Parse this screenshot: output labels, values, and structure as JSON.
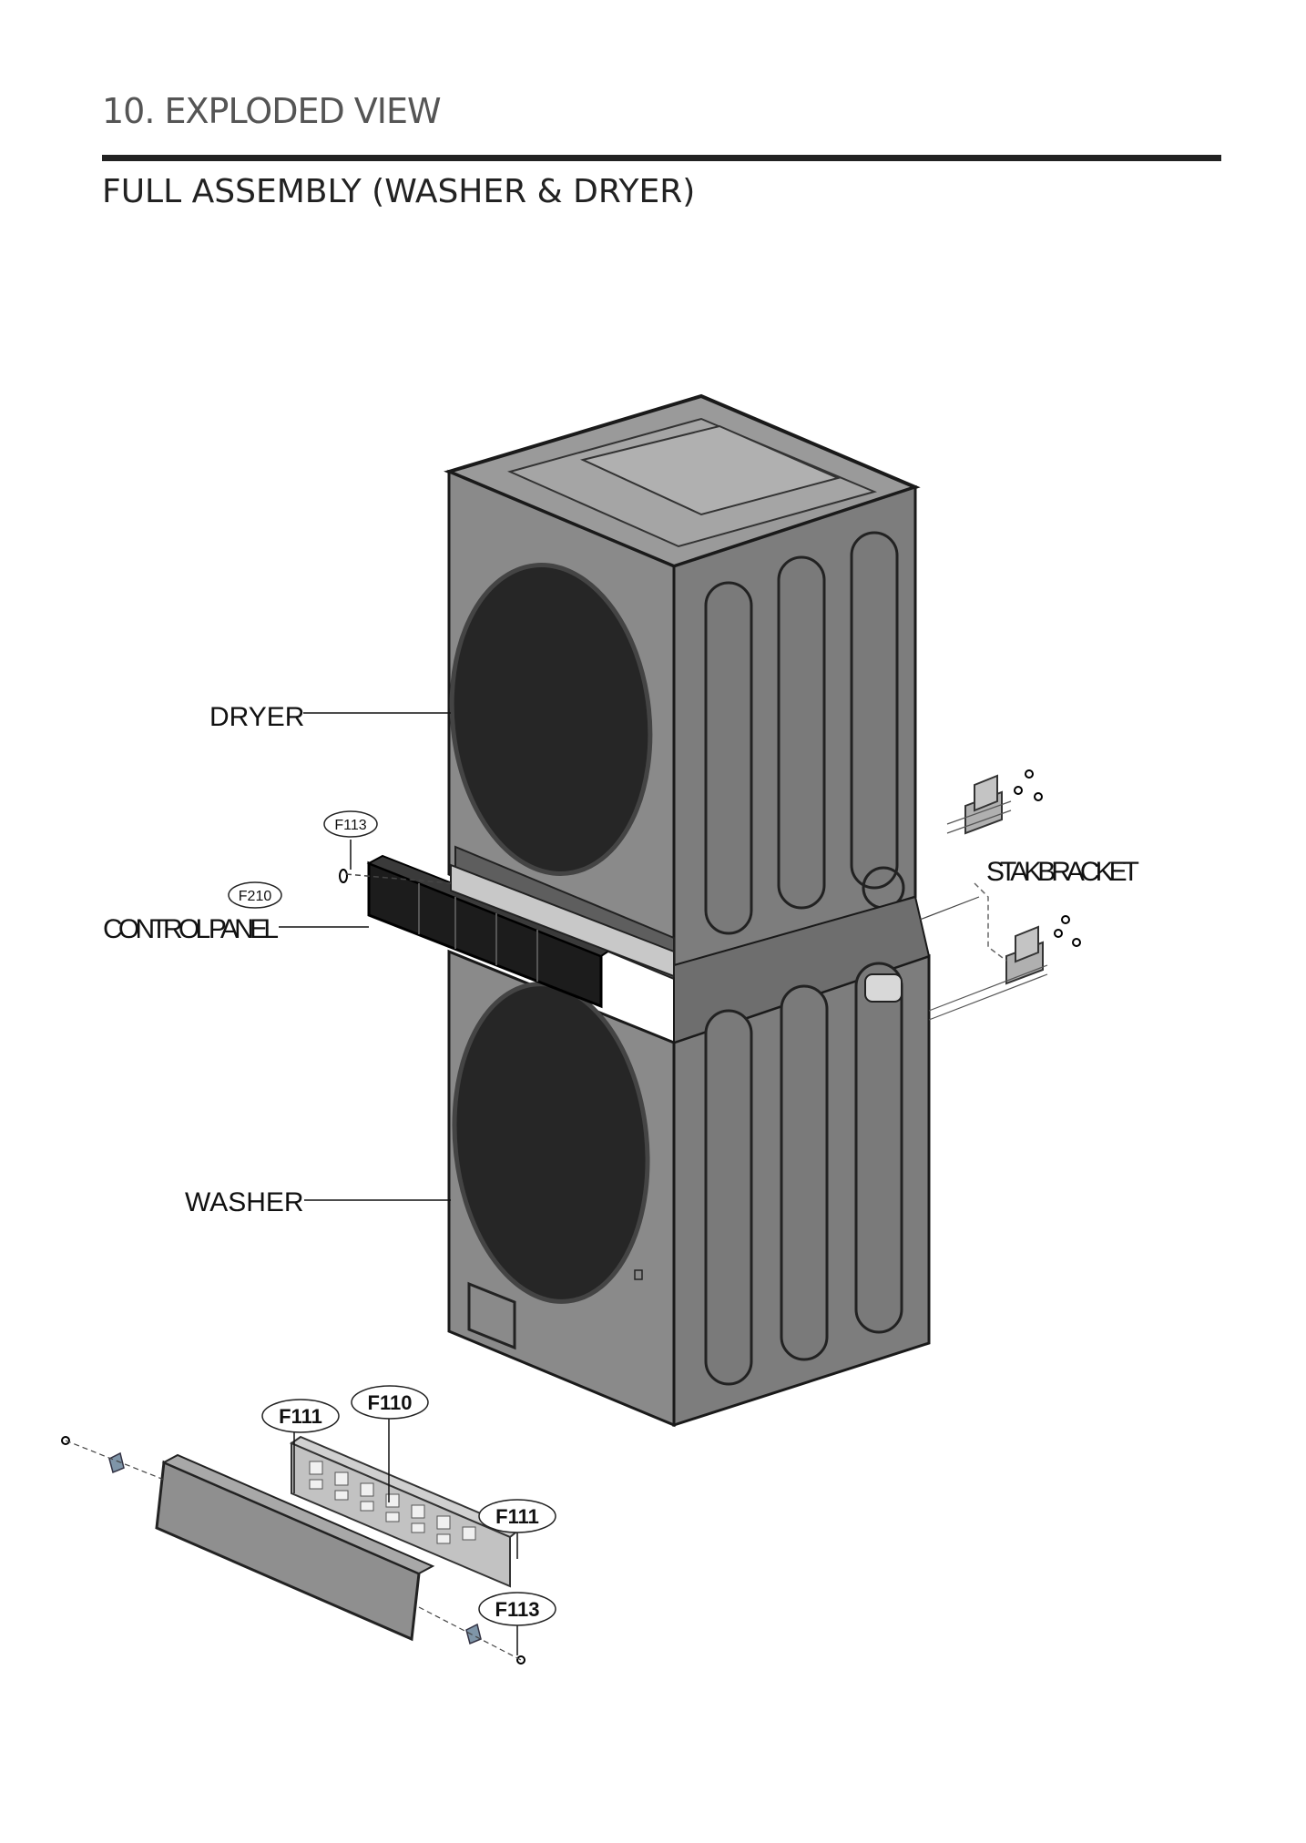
{
  "header": {
    "section_title": "10. EXPLODED VIEW",
    "subtitle": "FULL ASSEMBLY (WASHER & DRYER)"
  },
  "labels": {
    "dryer": "DRYER",
    "control_panel": "CONTROL PANEL",
    "washer": "WASHER",
    "stakbracket": "STAKBRACKET"
  },
  "part_tags": {
    "upper_f113": "F113",
    "upper_f210": "F210",
    "lower_f111_left": "F111",
    "lower_f110": "F110",
    "lower_f111_right": "F111",
    "lower_f113": "F113"
  },
  "colors": {
    "cabinet_front": "#8a8a8a",
    "cabinet_side": "#7d7d7d",
    "door": "#2a2a2a",
    "panel": "#1c1c1c",
    "bracket": "#b0b0b0",
    "cap": "#7f95a8"
  }
}
